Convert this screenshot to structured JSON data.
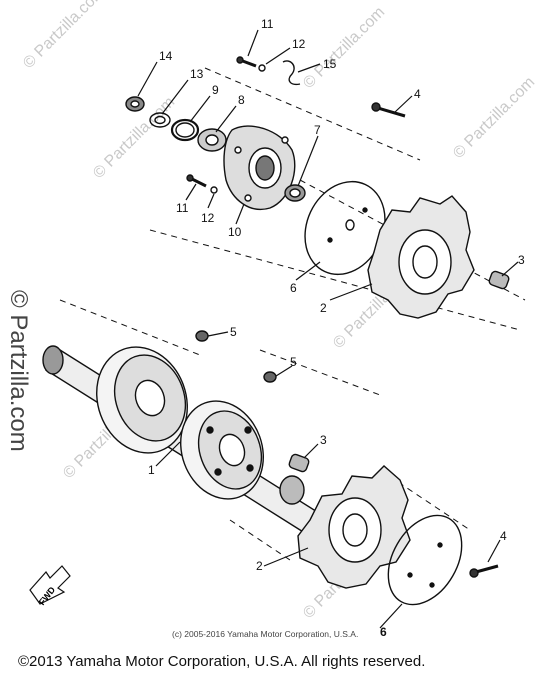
{
  "diagram": {
    "callouts": [
      {
        "id": "c11a",
        "text": "11"
      },
      {
        "id": "c12a",
        "text": "12"
      },
      {
        "id": "c15",
        "text": "15"
      },
      {
        "id": "c14",
        "text": "14"
      },
      {
        "id": "c13",
        "text": "13"
      },
      {
        "id": "c9",
        "text": "9"
      },
      {
        "id": "c8",
        "text": "8"
      },
      {
        "id": "c4a",
        "text": "4"
      },
      {
        "id": "c7",
        "text": "7"
      },
      {
        "id": "c11b",
        "text": "11"
      },
      {
        "id": "c12b",
        "text": "12"
      },
      {
        "id": "c10",
        "text": "10"
      },
      {
        "id": "c6a",
        "text": "6"
      },
      {
        "id": "c2a",
        "text": "2"
      },
      {
        "id": "c3a",
        "text": "3"
      },
      {
        "id": "c5a",
        "text": "5"
      },
      {
        "id": "c5b",
        "text": "5"
      },
      {
        "id": "c1",
        "text": "1"
      },
      {
        "id": "c3b",
        "text": "3"
      },
      {
        "id": "c2b",
        "text": "2"
      },
      {
        "id": "c4b",
        "text": "4"
      },
      {
        "id": "c6b",
        "text": "6"
      }
    ],
    "fwd_label": "FWD"
  },
  "watermark": {
    "side_text": "© Partzilla.com",
    "tile_text": "© Partzilla.com"
  },
  "footer": {
    "small_copyright": "(c) 2005-2016 Yamaha Motor Corporation, U.S.A.",
    "main_copyright": "©2013 Yamaha Motor Corporation, U.S.A. All rights reserved."
  }
}
